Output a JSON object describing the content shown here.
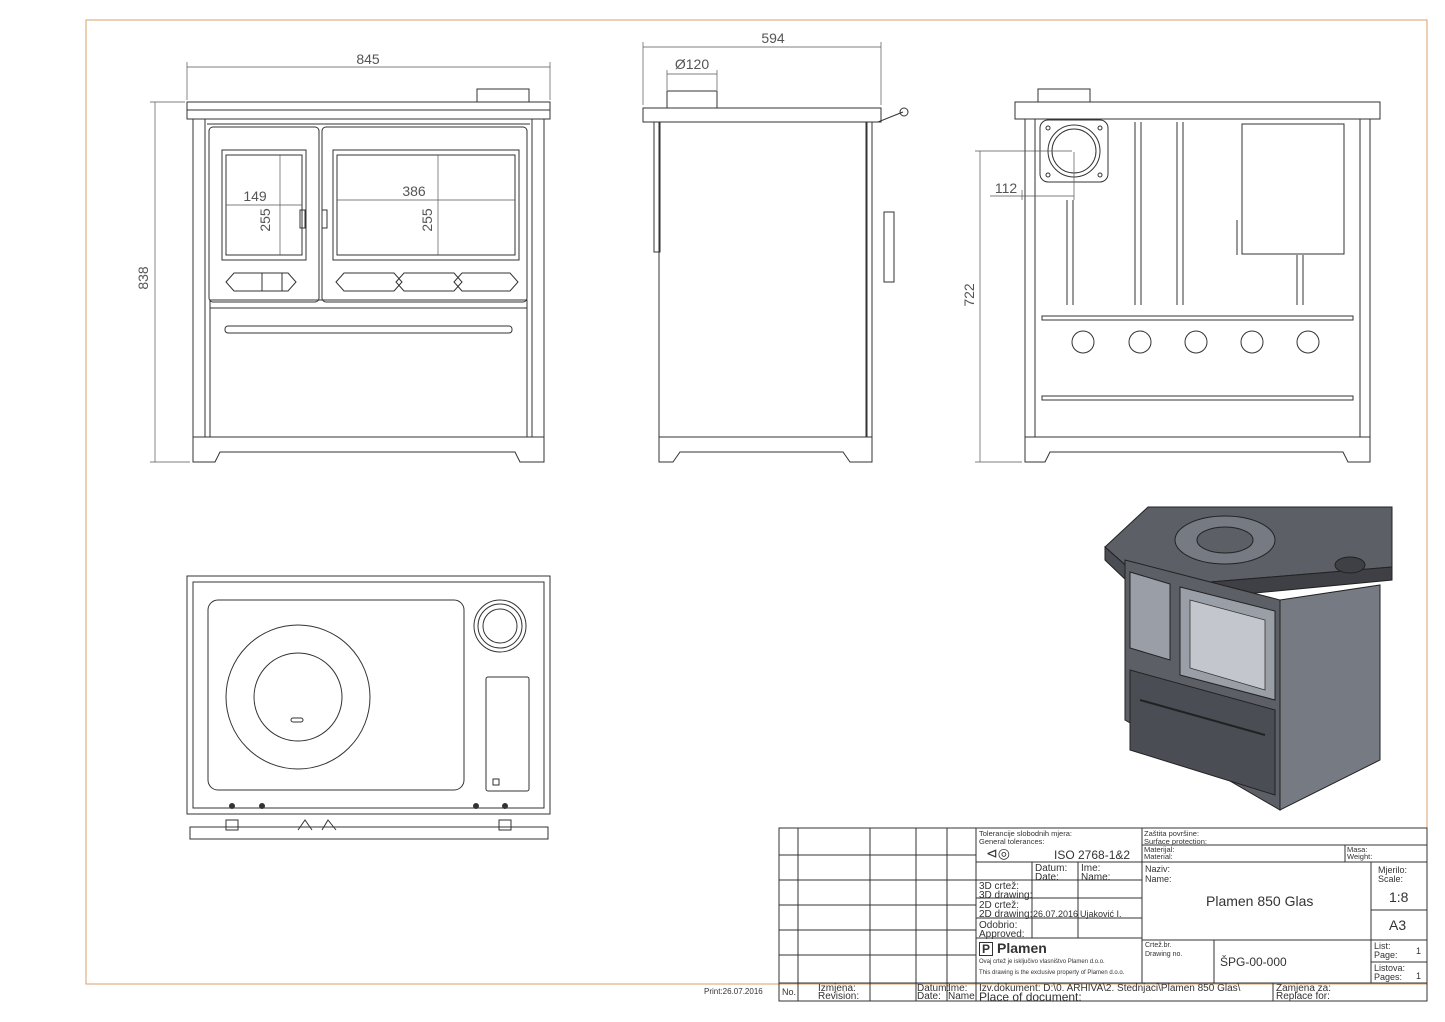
{
  "dimensions": {
    "front_width": "845",
    "front_height": "838",
    "side_depth": "594",
    "flue_diameter": "Ø120",
    "left_door_width": "149",
    "left_door_height": "255",
    "oven_width": "386",
    "oven_height": "255",
    "flue_offset": "112",
    "flue_height": "722"
  },
  "title_block": {
    "tolerance_label_hr": "Tolerancije slobodnih mjera:",
    "tolerance_label_en": "General tolerances:",
    "tolerance_value": "ISO 2768-1&2",
    "surface_label_hr": "Zaštita površine:",
    "surface_label_en": "Surface protection:",
    "material_label_hr": "Materijal:",
    "material_label_en": "Material:",
    "mass_label_hr": "Masa:",
    "mass_label_en": "Weight:",
    "date_label_hr": "Datum:",
    "date_label_en": "Date:",
    "name_label_hr": "Ime:",
    "name_label_en": "Name:",
    "title_label_hr": "Naziv:",
    "title_label_en": "Name:",
    "title_value": "Plamen 850 Glas",
    "scale_label_hr": "Mjerilo:",
    "scale_label_en": "Scale:",
    "scale_value": "1:8",
    "format": "A3",
    "drawing3d_hr": "3D crtež:",
    "drawing3d_en": "3D drawing:",
    "drawing2d_hr": "2D crtež:",
    "drawing2d_en": "2D drawing:",
    "drawing2d_date": "26.07.2016",
    "drawing2d_name": "Ujaković I.",
    "approved_hr": "Odobrio:",
    "approved_en": "Approved:",
    "company": "Plamen",
    "company_logo": "P",
    "property_hr": "Ovaj crtež je isključivo vlasništvo Plamen d.o.o.",
    "property_en": "This drawing is the exclusive property of Plamen d.o.o.",
    "drawing_no_hr": "Crtež.br.",
    "drawing_no_en": "Drawing no.",
    "drawing_no_value": "ŠPG-00-000",
    "sheet_label_hr": "List:",
    "sheet_label_en": "Page:",
    "sheet_value": "1",
    "sheets_label_hr": "Listova:",
    "sheets_label_en": "Pages:",
    "sheets_value": "1",
    "rev_no": "No.",
    "rev_change_hr": "Izmjena:",
    "rev_change_en": "Revision:",
    "rev_date_hr": "Datum:",
    "rev_date_en": "Date:",
    "rev_name_hr": "Ime:",
    "rev_name_en": "Name:",
    "source_doc_hr": "Izv.dokument: D:\\0. ARHIVA\\2. Stednjaci\\Plamen 850 Glas\\",
    "source_doc_en": "Place of document:",
    "replace_hr": "Zamjena za:",
    "replace_en": "Replace for:"
  },
  "print_date": "Print:26.07.2016",
  "colors": {
    "line": "#333333",
    "frame": "#d7a16a",
    "model_dark": "#5c5f66",
    "model_mid": "#767a82",
    "model_light": "#9a9ea6"
  }
}
